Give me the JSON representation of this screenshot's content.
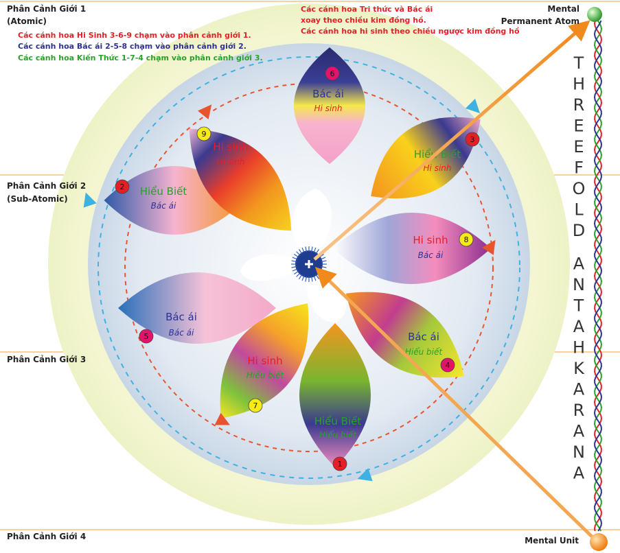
{
  "planes": [
    {
      "line1": "Phân Cảnh Giới 1",
      "line2": "(Atomic)"
    },
    {
      "line1": "Phân Cảnh Giới 2",
      "line2": "(Sub-Atomic)"
    },
    {
      "line1": "Phân Cảnh Giới 3",
      "line2": ""
    },
    {
      "line1": "Phân Cảnh Giới 4",
      "line2": ""
    }
  ],
  "notes_left": [
    {
      "text": "Các cánh hoa Hi Sinh 3-6-9 chạm vào phân cảnh giới 1.",
      "color": "#e41f26"
    },
    {
      "text": "Các cánh hoa Bác ái 2-5-8 chạm vào phân cảnh giới 2.",
      "color": "#2e3192"
    },
    {
      "text": "Các cánh hoa Kiến Thức 1-7-4 chạm vào phân cảnh giới 3.",
      "color": "#2aa02a"
    }
  ],
  "notes_top": [
    "Các cánh hoa Tri thức và Bác ái",
    "xoay theo chiều kim đồng hồ.",
    "Các cánh hoa hi sinh theo chiều ngược kim đồng hồ"
  ],
  "top_atom": {
    "line1": "Mental",
    "line2": "Permanent Atom"
  },
  "bottom_atom": "Mental Unit",
  "vertical_title": [
    "T",
    "H",
    "R",
    "E",
    "E",
    "F",
    "O",
    "L",
    "D",
    "",
    "A",
    "N",
    "T",
    "A",
    "H",
    "K",
    "A",
    "R",
    "A",
    "N",
    "A"
  ],
  "petals": [
    {
      "num": "6",
      "label": "Bác ái",
      "sub": "Hi sinh"
    },
    {
      "num": "3",
      "label": "Hiểu Biết",
      "sub": "Hi sinh"
    },
    {
      "num": "8",
      "label": "Hi sinh",
      "sub": "Bác ái"
    },
    {
      "num": "4",
      "label": "Bác ái",
      "sub": "Hiểu biết"
    },
    {
      "num": "1",
      "label": "Hiểu Biết",
      "sub": "Hiểu biết"
    },
    {
      "num": "7",
      "label": "Hi sinh",
      "sub": "Hiểu biết"
    },
    {
      "num": "5",
      "label": "Bác ái",
      "sub": "Bác ái"
    },
    {
      "num": "2",
      "label": "Hiểu Biết",
      "sub": "Bác ái"
    },
    {
      "num": "9",
      "label": "Hi sinh",
      "sub": "Hi sinh"
    }
  ]
}
